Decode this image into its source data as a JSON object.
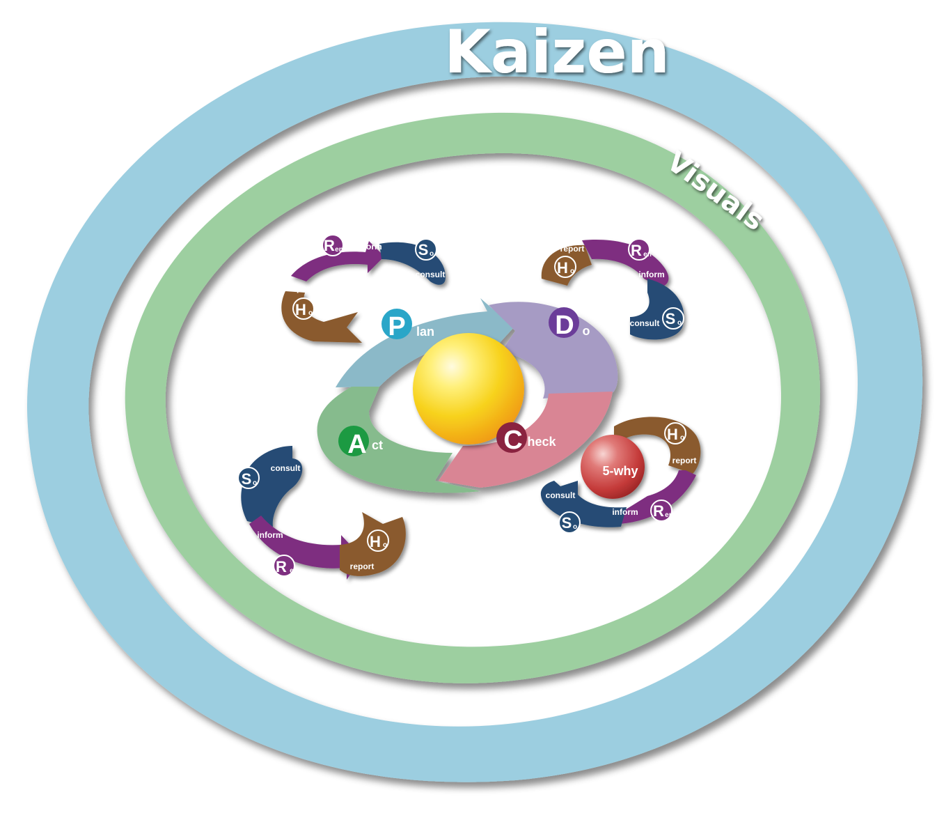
{
  "title": "Kaizen",
  "ring_label": "Visuals",
  "colors": {
    "outer_ring": "#9ccee0",
    "inner_ring": "#9dcfa0",
    "plan": "#8bb9c8",
    "do": "#a69bc4",
    "check": "#d98594",
    "act": "#86bb8d",
    "ho": "#8a5a2d",
    "ren": "#7e2f80",
    "so": "#254c74",
    "sun": "#f9d519",
    "five_why": "#c9403f"
  },
  "pdca": {
    "plan": {
      "initial": "P",
      "rest": "lan"
    },
    "do": {
      "initial": "D",
      "rest": "o"
    },
    "check": {
      "initial": "C",
      "rest": "heck"
    },
    "act": {
      "initial": "A",
      "rest": "ct"
    }
  },
  "hrs": {
    "ho": {
      "initial": "H",
      "sub": "o",
      "verb": "report"
    },
    "ren": {
      "initial": "R",
      "sub": "en",
      "verb": "inform"
    },
    "so": {
      "initial": "S",
      "sub": "o",
      "verb": "consult"
    }
  },
  "five_why": "5-why"
}
